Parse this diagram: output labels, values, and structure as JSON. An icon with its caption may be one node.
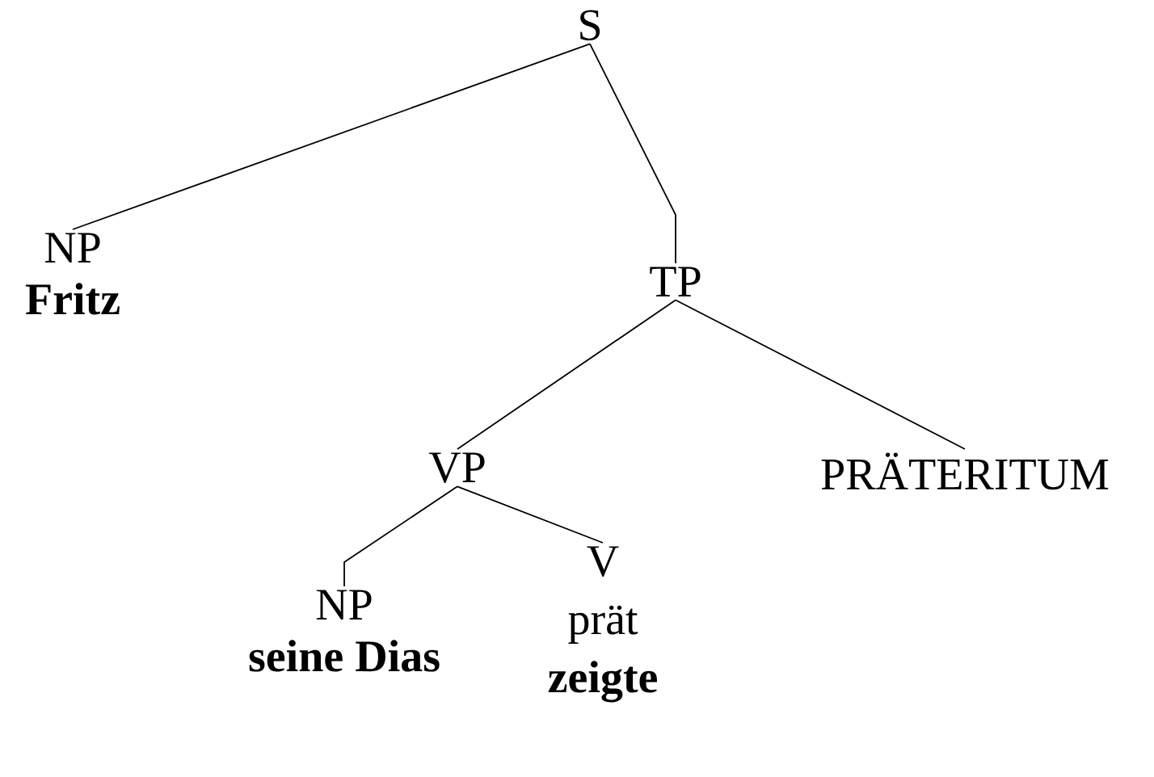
{
  "diagram": {
    "nodes": [
      {
        "text": [
          "S"
        ]
      },
      {
        "text": [
          "NP",
          "Fritz"
        ]
      },
      {
        "text": [
          "TP"
        ]
      },
      {
        "text": [
          "VP"
        ]
      },
      {
        "text": [
          "PRÄTERITUM"
        ]
      },
      {
        "text": [
          "NP",
          "seine Dias"
        ]
      },
      {
        "text": [
          "V",
          "prät",
          "zeigte"
        ]
      }
    ],
    "edges": [
      {
        "from": 0,
        "to": 1,
        "arrow": "none"
      },
      {
        "from": 0,
        "to": 2,
        "arrow": "none"
      },
      {
        "from": 2,
        "to": 3,
        "arrow": "none"
      },
      {
        "from": 2,
        "to": 4,
        "arrow": "none"
      },
      {
        "from": 3,
        "to": 5,
        "arrow": "none"
      },
      {
        "from": 3,
        "to": 6,
        "arrow": "none"
      }
    ]
  }
}
